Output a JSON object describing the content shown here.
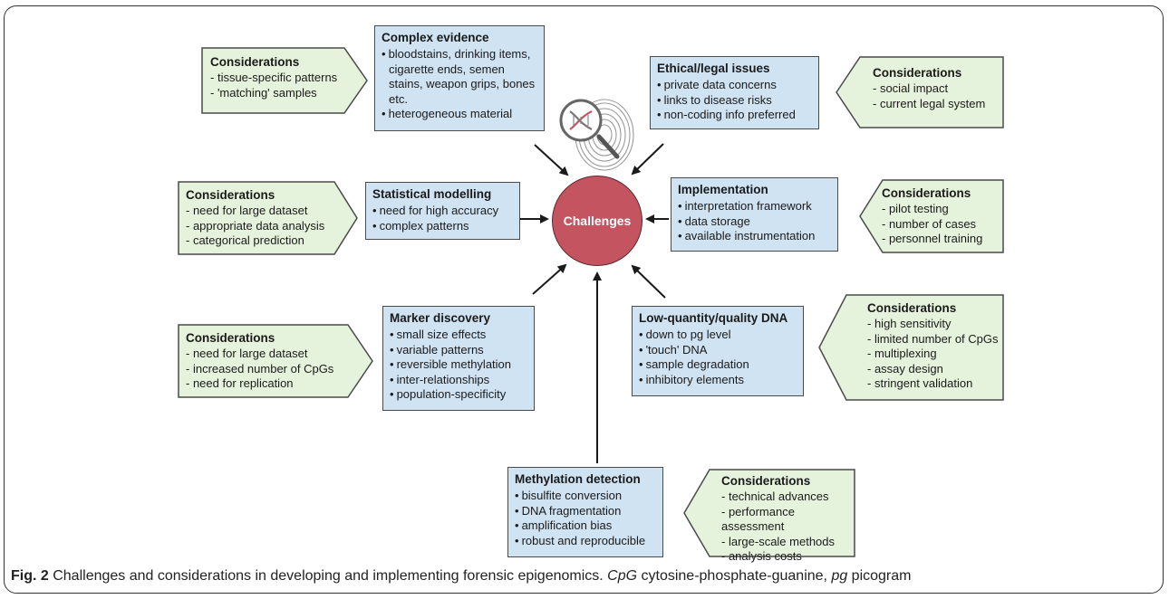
{
  "center": {
    "label": "Challenges"
  },
  "challenges": [
    {
      "title": "Complex evidence",
      "items": [
        "bloodstains, drinking items, cigarette ends, semen stains, weapon grips, bones etc.",
        "heterogeneous material"
      ]
    },
    {
      "title": "Ethical/legal issues",
      "items": [
        "private data concerns",
        "links to disease risks",
        "non-coding info preferred"
      ]
    },
    {
      "title": "Statistical modelling",
      "items": [
        "need for high accuracy",
        "complex patterns"
      ]
    },
    {
      "title": "Implementation",
      "items": [
        "interpretation framework",
        "data storage",
        "available instrumentation"
      ]
    },
    {
      "title": "Marker discovery",
      "items": [
        "small size effects",
        "variable patterns",
        "reversible methylation",
        "inter-relationships",
        "population-specificity"
      ]
    },
    {
      "title": "Low-quantity/quality DNA",
      "items": [
        "down to pg level",
        "'touch' DNA",
        "sample degradation",
        "inhibitory elements"
      ]
    },
    {
      "title": "Methylation detection",
      "items": [
        "bisulfite conversion",
        "DNA fragmentation",
        "amplification bias",
        "robust and reproducible"
      ]
    }
  ],
  "considerations": [
    {
      "title": "Considerations",
      "items": [
        "tissue-specific patterns",
        "'matching' samples"
      ]
    },
    {
      "title": "Considerations",
      "items": [
        "social impact",
        "current legal system"
      ]
    },
    {
      "title": "Considerations",
      "items": [
        "need for large dataset",
        "appropriate data analysis",
        "categorical prediction"
      ]
    },
    {
      "title": "Considerations",
      "items": [
        "pilot testing",
        "number of cases",
        "personnel training"
      ]
    },
    {
      "title": "Considerations",
      "items": [
        "need for large dataset",
        "increased number of CpGs",
        "need for replication"
      ]
    },
    {
      "title": "Considerations",
      "items": [
        "high sensitivity",
        "limited number of CpGs",
        "multiplexing",
        "assay design",
        "stringent validation"
      ]
    },
    {
      "title": "Considerations",
      "items": [
        "technical advances",
        "performance assessment",
        "large-scale methods",
        "analysis costs"
      ]
    }
  ],
  "caption": {
    "label": "Fig. 2",
    "text": " Challenges and considerations in developing and implementing forensic epigenomics. ",
    "term1": "CpG",
    "def1": " cytosine-phosphate-guanine, ",
    "term2": "pg",
    "def2": " picogram"
  },
  "colors": {
    "challenge_fill": "#cfe3f3",
    "consideration_fill": "#e6f3dc",
    "center_fill": "#c4545f"
  },
  "icons": [
    "fingerprint-icon",
    "magnifier-dna-icon"
  ]
}
